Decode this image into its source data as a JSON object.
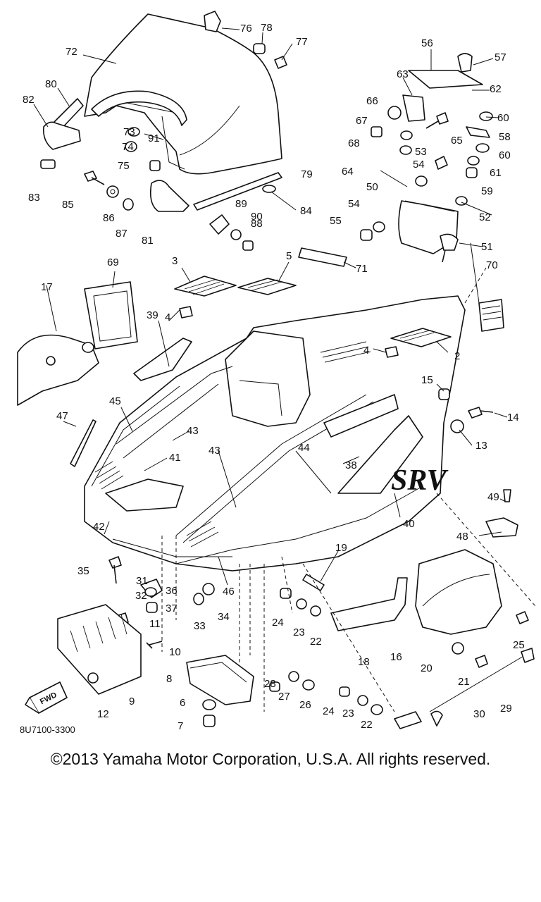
{
  "diagram_code": "8U7100-3300",
  "fwd_label": "FWD",
  "copyright": "©2013 Yamaha Motor Corporation, U.S.A. All rights reserved.",
  "logo_text": "SRV",
  "callouts": [
    "2",
    "3",
    "4",
    "4",
    "5",
    "6",
    "7",
    "8",
    "9",
    "10",
    "11",
    "12",
    "13",
    "14",
    "15",
    "16",
    "17",
    "18",
    "19",
    "20",
    "21",
    "22",
    "22",
    "23",
    "23",
    "24",
    "24",
    "25",
    "26",
    "27",
    "28",
    "29",
    "30",
    "31",
    "32",
    "33",
    "34",
    "35",
    "36",
    "37",
    "38",
    "39",
    "40",
    "41",
    "42",
    "43",
    "43",
    "44",
    "45",
    "46",
    "47",
    "48",
    "49",
    "50",
    "51",
    "52",
    "53",
    "54",
    "54",
    "55",
    "56",
    "57",
    "58",
    "59",
    "60",
    "60",
    "61",
    "62",
    "63",
    "64",
    "65",
    "66",
    "67",
    "68",
    "69",
    "70",
    "71",
    "72",
    "73",
    "74",
    "75",
    "76",
    "77",
    "78",
    "79",
    "80",
    "81",
    "82",
    "83",
    "84",
    "85",
    "86",
    "87",
    "88",
    "89",
    "90",
    "91"
  ]
}
